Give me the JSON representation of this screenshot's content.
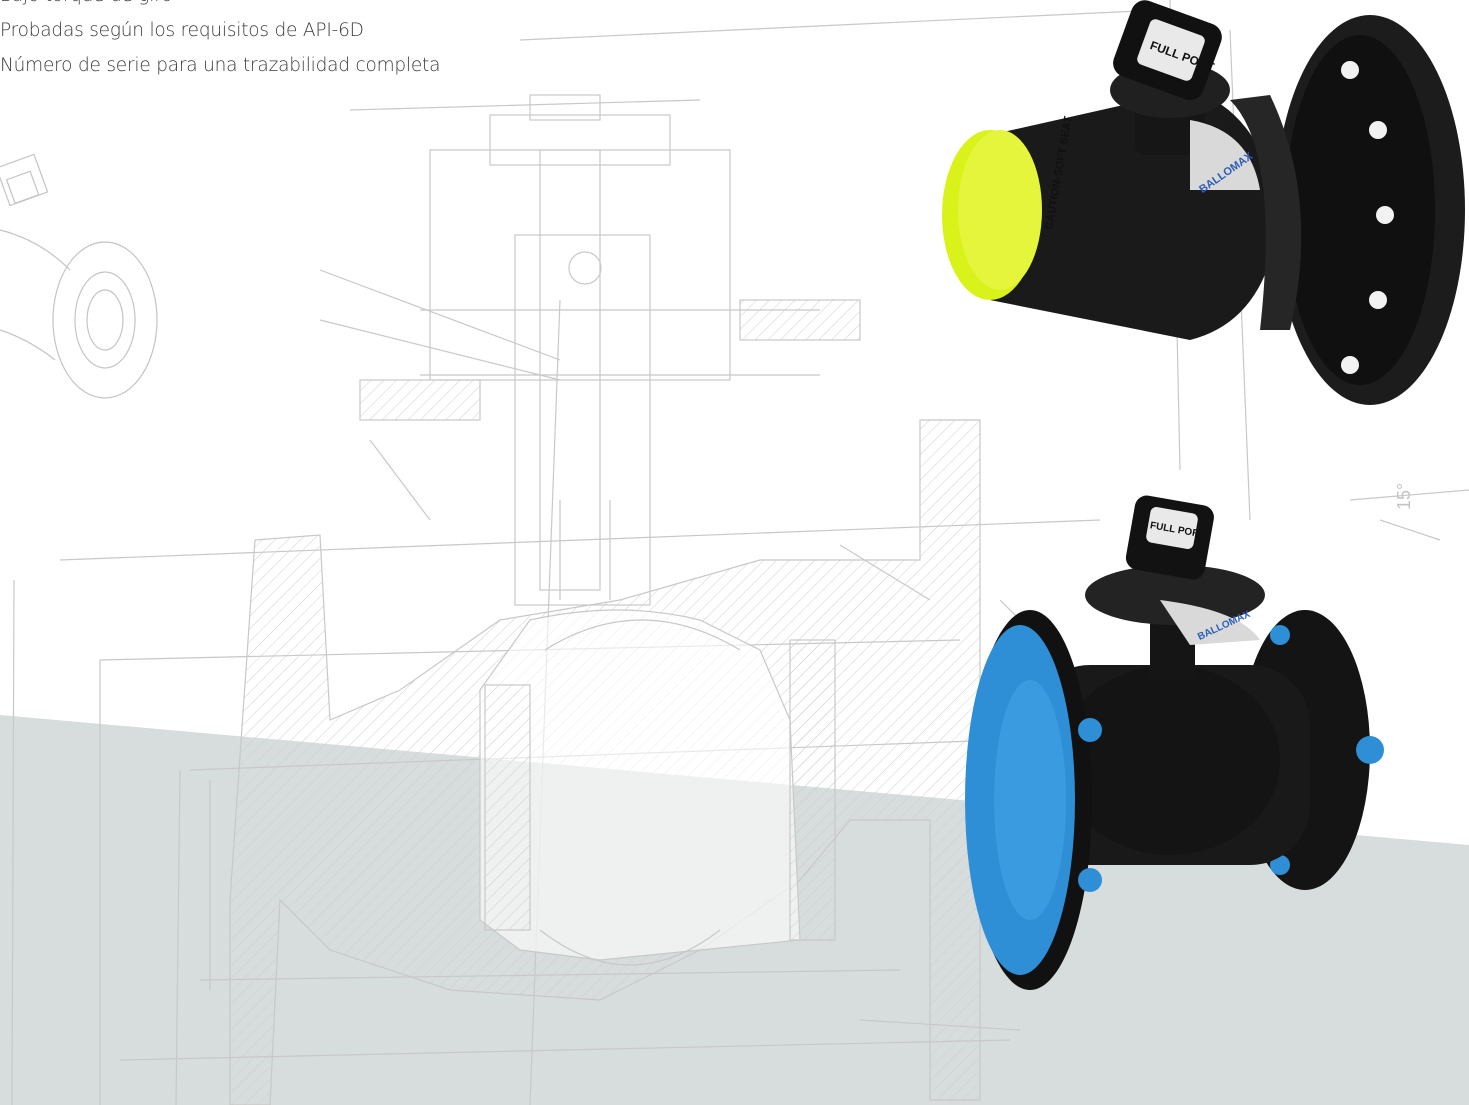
{
  "features": {
    "items": [
      "Bajo torque de giro",
      "Probadas según los requisitos de API-6D",
      "Número de serie para una trazabilidad completa"
    ]
  },
  "drawing": {
    "angle_label": "15°"
  },
  "valve_top": {
    "cap_label": "CAUTION-SOFT SEAT",
    "brand_label": "BALLOMAX",
    "stem_label": "FULL PORT"
  },
  "valve_bottom": {
    "brand_label": "BALLOMAX",
    "stem_label": "FULL PORT"
  },
  "colors": {
    "background": "#ffffff",
    "gray_band": "#d7dcdc",
    "drawing_lines": "#c9c9c9",
    "valve_body": "#151515",
    "cap_yellow": "#d8f21a",
    "cap_blue": "#2f8fd6"
  }
}
